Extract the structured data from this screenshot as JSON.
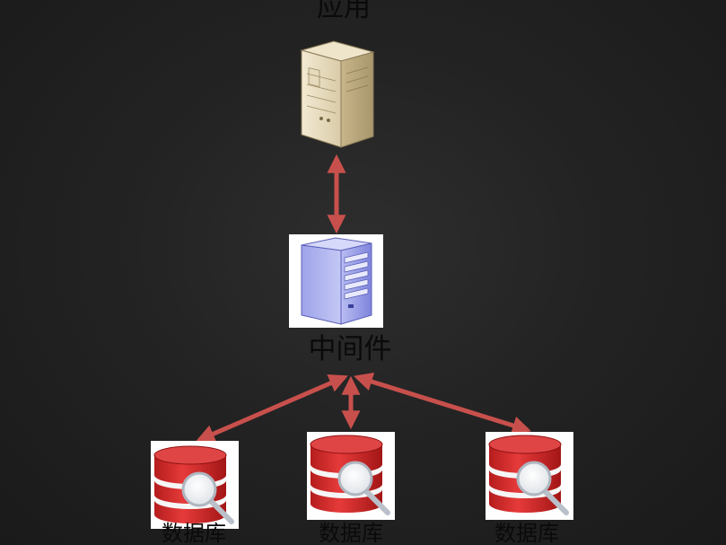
{
  "labels": {
    "app": "应用",
    "middleware": "中间件",
    "db1": "数据库",
    "db2": "数据库",
    "db3": "数据库"
  },
  "icons": {
    "app": "server-tower-icon",
    "middleware": "server-tower-icon",
    "database": "database-search-icon"
  },
  "colors": {
    "background": "#222222",
    "arrow": "#c8504c",
    "database_red": "#d62828",
    "label_text": "#0a0a0a"
  }
}
